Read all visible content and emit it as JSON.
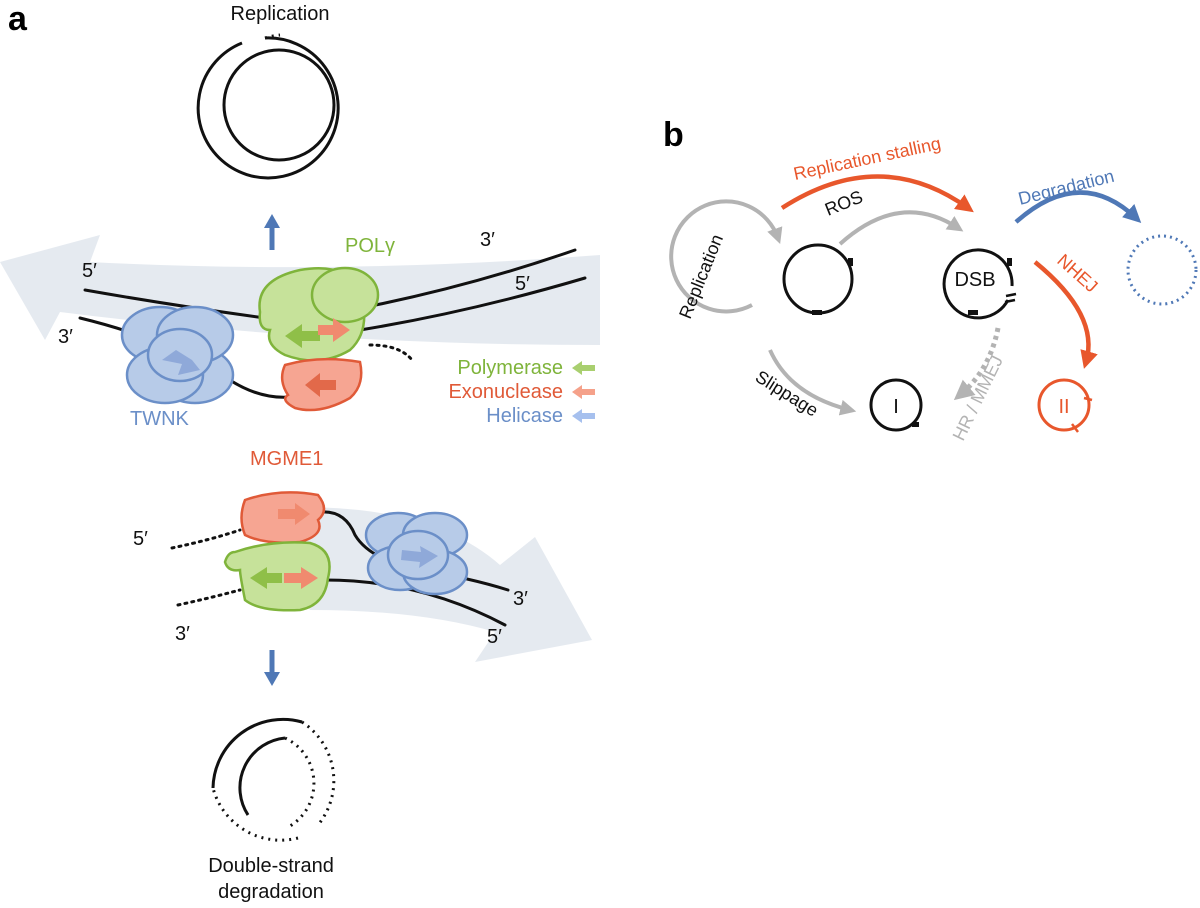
{
  "panel_a": {
    "letter": "a",
    "top_label": "Replication",
    "bottom_label_line1": "Double-strand",
    "bottom_label_line2": "degradation",
    "proteins": {
      "polymerase": "POLγ",
      "helicase": "TWNK",
      "exonuclease": "MGME1"
    },
    "ends": {
      "top_right_3": "3′",
      "top_right_5": "5′",
      "top_left_5": "5′",
      "top_left_3": "3′",
      "bottom_left_5": "5′",
      "bottom_left_3": "3′",
      "bottom_right_3": "3′",
      "bottom_right_5": "5′"
    },
    "legend": [
      {
        "label": "Polymerase",
        "color": "#7fb43b",
        "arrow": "#a9cf6f"
      },
      {
        "label": "Exonuclease",
        "color": "#e05a38",
        "arrow": "#f5a18a"
      },
      {
        "label": "Helicase",
        "color": "#6b8fc8",
        "arrow": "#a6c0ee"
      }
    ]
  },
  "panel_b": {
    "letter": "b",
    "replication": "Replication",
    "replication_stalling": "Replication stalling",
    "ros": "ROS",
    "degradation": "Degradation",
    "nhej": "NHEJ",
    "dsb": "DSB",
    "slippage": "Slippage",
    "hr_mmej": "HR / MMEJ",
    "class_i": "I",
    "class_ii": "II"
  },
  "colors": {
    "orange": "#e8572c",
    "blue": "#4f78b6",
    "gray": "#b3b3b3",
    "green": "#7fb43b",
    "track": "#e4e9ef"
  }
}
